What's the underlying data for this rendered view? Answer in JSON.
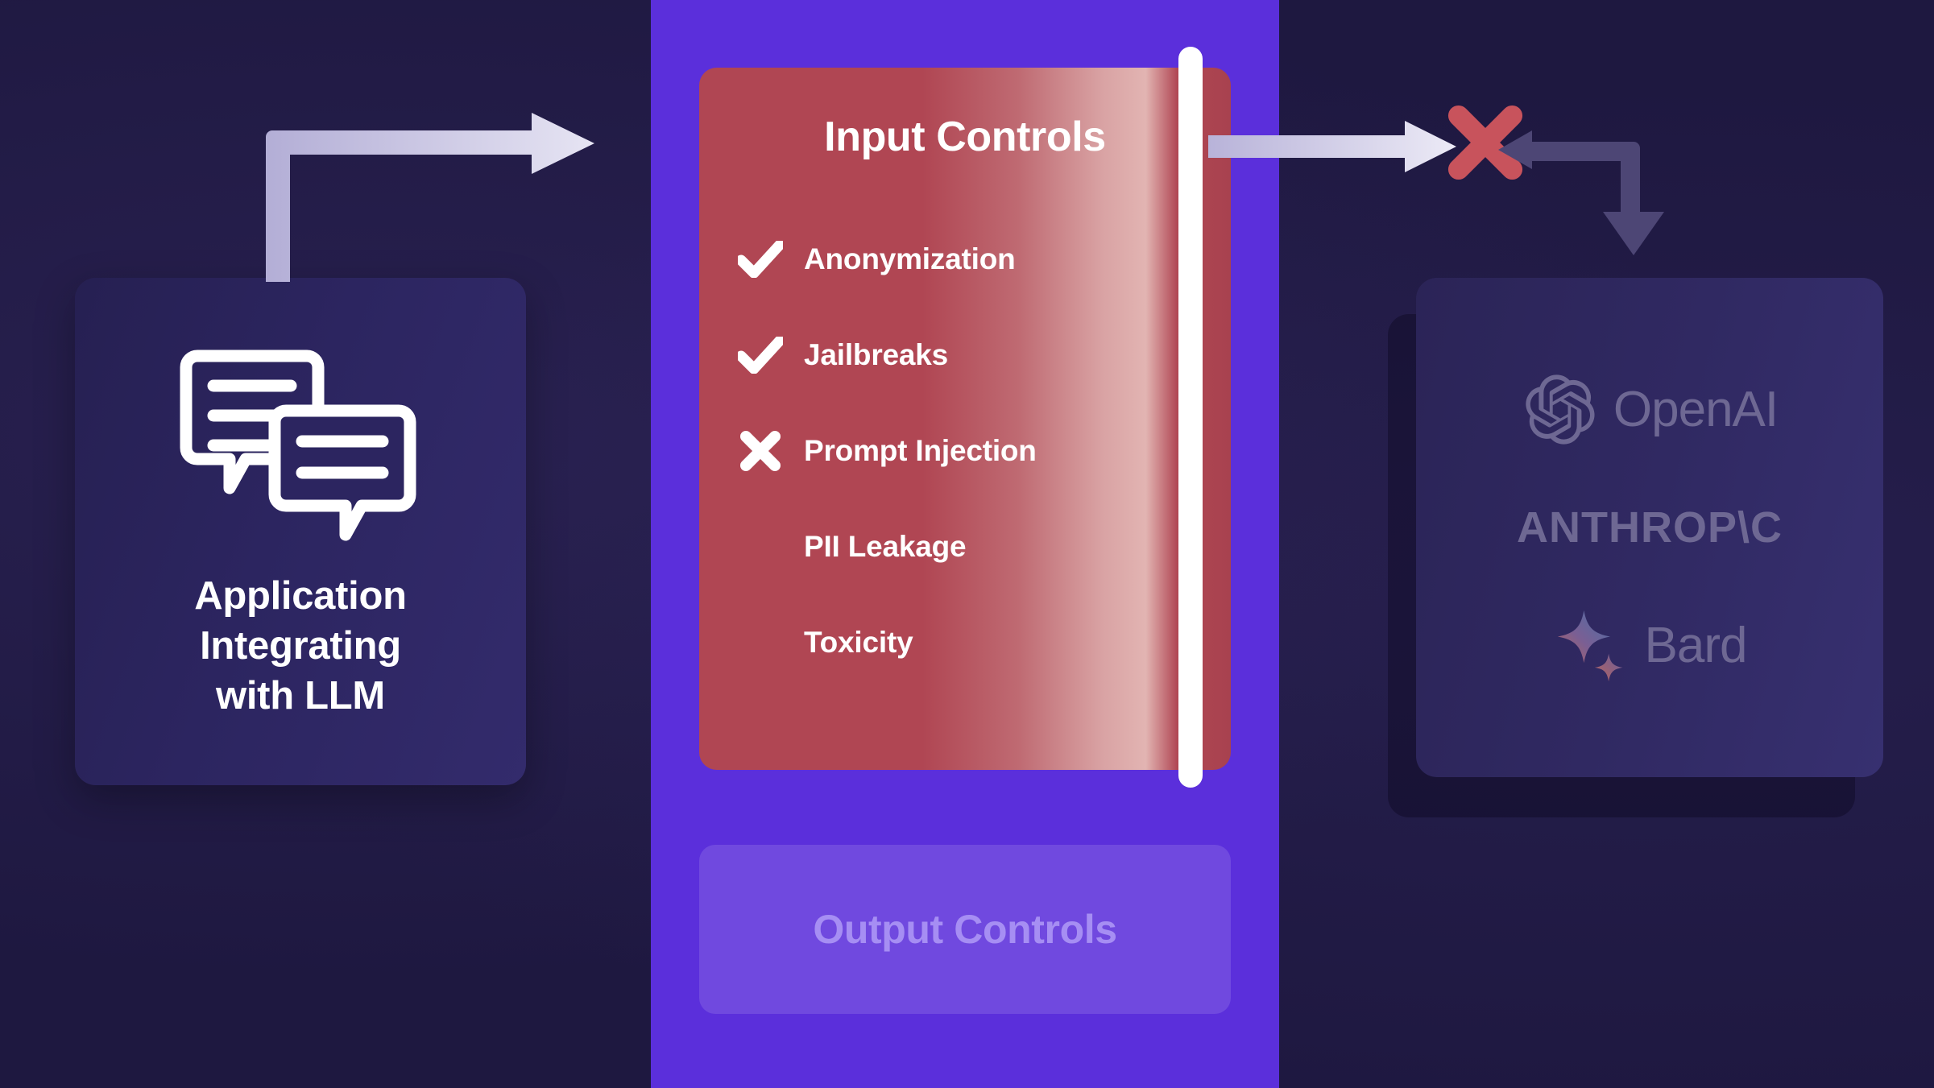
{
  "theme": {
    "background": "#1e1840",
    "purple_band": "#5b2fdb",
    "card_dark": "#2c2560",
    "input_card_red": "#b04653",
    "input_card_light": "#e2b4b2",
    "reject_red": "#c8535c",
    "arrow_light": "#c3bfe0",
    "arrow_dim": "#4d4675",
    "scan_bar": "#ffffff",
    "provider_text": "#6e6893",
    "output_text": "#c8b9ff"
  },
  "left_card": {
    "icon": "chat-bubbles-icon",
    "label": "Application\nIntegrating\nwith LLM",
    "label_lines": [
      "Application",
      "Integrating",
      "with LLM"
    ]
  },
  "input_controls": {
    "title": "Input Controls",
    "items": [
      {
        "label": "Anonymization",
        "status": "check",
        "icon": "check-icon"
      },
      {
        "label": "Jailbreaks",
        "status": "check",
        "icon": "check-icon"
      },
      {
        "label": "Prompt Injection",
        "status": "cross",
        "icon": "cross-icon"
      },
      {
        "label": "PII Leakage",
        "status": "none",
        "icon": ""
      },
      {
        "label": "Toxicity",
        "status": "none",
        "icon": ""
      }
    ]
  },
  "scan_bar": {
    "name": "scan-bar"
  },
  "output_controls": {
    "title": "Output Controls",
    "state": "dimmed"
  },
  "providers": {
    "items": [
      {
        "name": "OpenAI",
        "icon": "openai-logo-icon"
      },
      {
        "name": "ANTHROP\\C",
        "icon": ""
      },
      {
        "name": "Bard",
        "icon": "bard-sparkle-icon"
      }
    ]
  },
  "flow": {
    "arrow_in": {
      "name": "arrow-app-to-input-controls",
      "direction": "up-then-right"
    },
    "reject": {
      "name": "reject-x-mark",
      "symbol": "X"
    },
    "arrow_out": {
      "name": "arrow-input-controls-to-reject",
      "direction": "right"
    },
    "arrow_to_llm": {
      "name": "arrow-down-to-llm-providers",
      "direction": "left-then-down"
    }
  }
}
